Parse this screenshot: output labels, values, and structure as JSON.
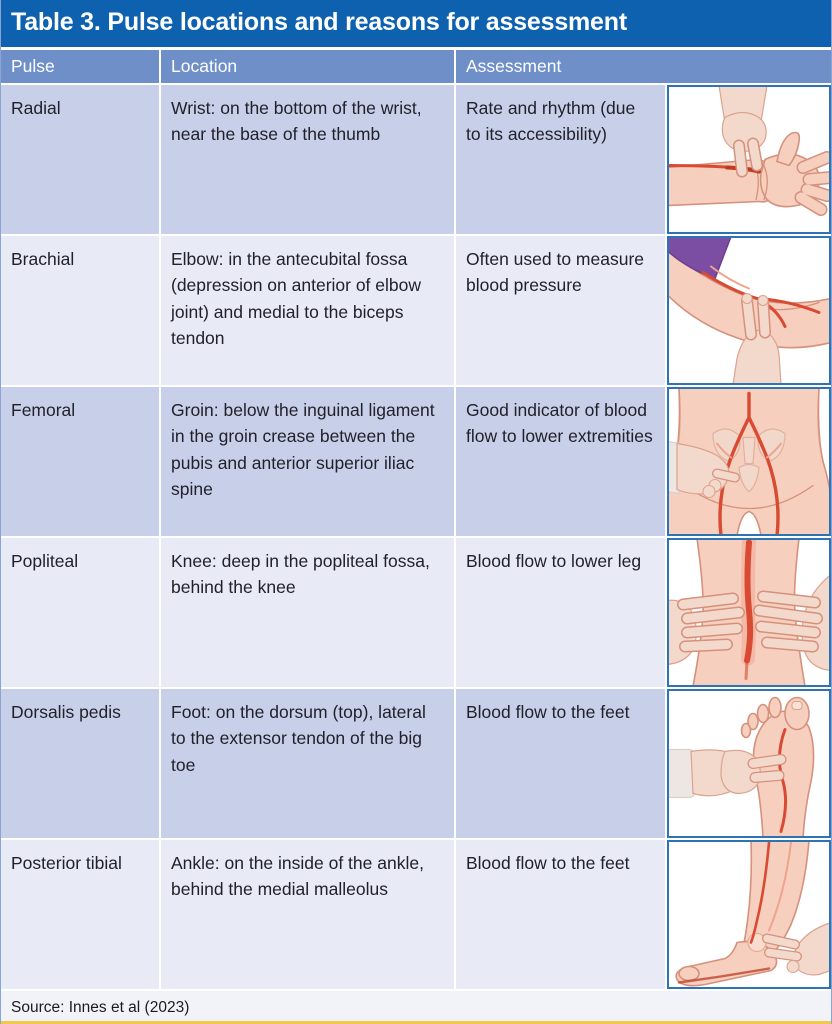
{
  "title": "Table 3. Pulse locations and reasons for assessment",
  "columns": [
    {
      "label": "Pulse"
    },
    {
      "label": "Location"
    },
    {
      "label": "Assessment"
    }
  ],
  "rows": [
    {
      "pulse": "Radial",
      "location": "Wrist: on the bottom of the wrist, near the base of the thumb",
      "assessment": "Rate and rhythm (due to its accessibility)",
      "illustration": "radial-pulse-wrist-illustration"
    },
    {
      "pulse": "Brachial",
      "location": "Elbow: in the antecubital fossa (depression on anterior of elbow joint) and medial to the biceps tendon",
      "assessment": "Often used to measure blood pressure",
      "illustration": "brachial-pulse-elbow-illustration"
    },
    {
      "pulse": "Femoral",
      "location": "Groin: below the inguinal ligament in the groin crease between the pubis and anterior superior iliac spine",
      "assessment": "Good indicator of blood flow to lower extremities",
      "illustration": "femoral-pulse-groin-illustration"
    },
    {
      "pulse": "Popliteal",
      "location": "Knee: deep in the popliteal fossa, behind the knee",
      "assessment": "Blood flow to lower leg",
      "illustration": "popliteal-pulse-knee-illustration"
    },
    {
      "pulse": "Dorsalis pedis",
      "location": "Foot: on the dorsum (top), lateral to the extensor tendon of the big toe",
      "assessment": "Blood flow to the feet",
      "illustration": "dorsalis-pedis-foot-illustration"
    },
    {
      "pulse": "Posterior tibial",
      "location": "Ankle: on the inside of the ankle, behind the medial malleolus",
      "assessment": "Blood flow to the feet",
      "illustration": "posterior-tibial-ankle-illustration"
    }
  ],
  "footer": {
    "source": "Source: Innes et al (2023)"
  },
  "colors": {
    "title_bar": "#0d61ae",
    "header_row": "#6f8fc8",
    "row_odd": "#c8d0e9",
    "row_even": "#e8eaf5",
    "footer_bg": "#f2f3f9",
    "image_frame_border": "#2e74b4",
    "artery_red": "#d94a32",
    "bottom_rule_gold": "#f2c94c"
  }
}
